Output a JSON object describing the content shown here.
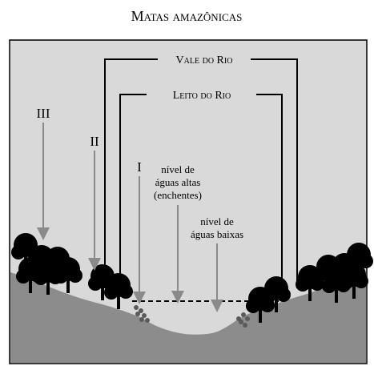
{
  "title": "Matas amazônicas",
  "brackets": {
    "vale": "Vale do Rio",
    "leito": "Leito do Rio"
  },
  "markers": {
    "i": "I",
    "ii": "II",
    "iii": "III"
  },
  "levels": {
    "high_line1": "nível de",
    "high_line2": "águas altas",
    "high_line3": "(enchentes)",
    "low_line1": "nível de",
    "low_line2": "águas baixas"
  },
  "colors": {
    "ground": "#8c8c8c",
    "sky": "#d9d9d9",
    "trees": "#000000",
    "arrows": "#8a8a8a",
    "lines": "#000000"
  }
}
